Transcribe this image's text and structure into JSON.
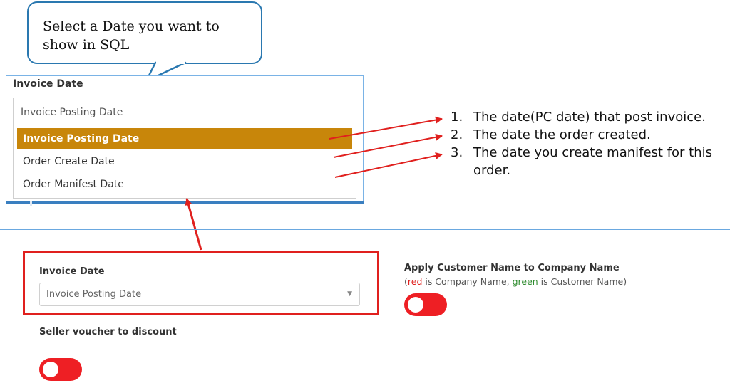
{
  "callout": {
    "text": "Select a Date you want to show in SQL"
  },
  "zoom_panel": {
    "label": "Invoice Date",
    "current_value": "Invoice Posting Date",
    "options": [
      "Invoice Posting Date",
      "Order Create Date",
      "Order Manifest Date"
    ],
    "selected_index": 0
  },
  "notes": [
    {
      "num": "1.",
      "text": "The date(PC date) that post invoice."
    },
    {
      "num": "2.",
      "text": "The date the order created."
    },
    {
      "num": "3.",
      "text": "The date you create manifest for this order."
    }
  ],
  "form": {
    "invoice_date_label": "Invoice Date",
    "invoice_date_value": "Invoice Posting Date",
    "apply_customer_label": "Apply Customer Name to Company Name",
    "hint": {
      "open_paren": "(",
      "red_word": "red",
      "mid": " is Company Name, ",
      "green_word": "green",
      "end": " is Customer Name)"
    },
    "seller_voucher_label": "Seller voucher to discount"
  },
  "colors": {
    "accent_blue": "#2a78b0",
    "selected_option": "#c8860a",
    "annotation_red": "#e0201e",
    "toggle_red": "#ee1f24"
  }
}
